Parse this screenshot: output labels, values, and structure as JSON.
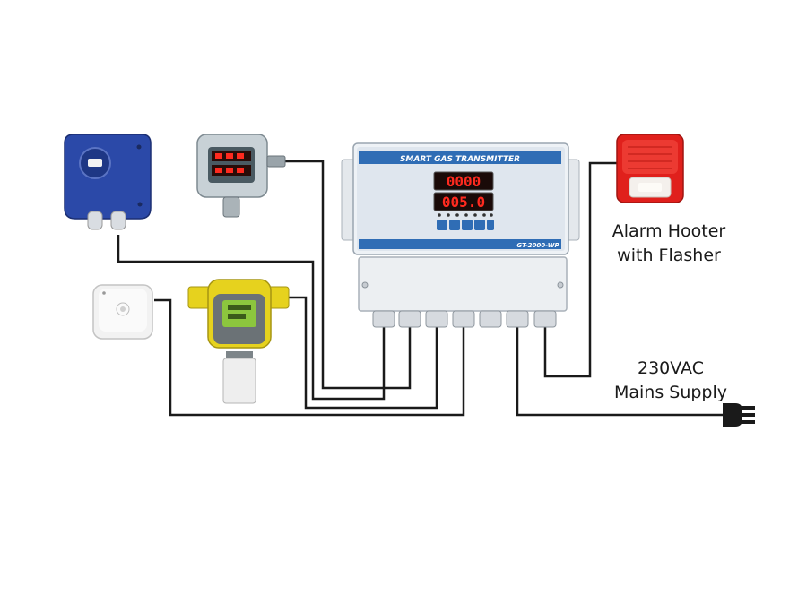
{
  "controller": {
    "title": "SMART GAS TRANSMITTER",
    "model": "GT-2000-WP",
    "display_top": "0000",
    "display_bottom": "005.0"
  },
  "labels": {
    "alarm_line1": "Alarm Hooter",
    "alarm_line2": "with Flasher",
    "supply_line1": "230VAC",
    "supply_line2": "Mains Supply"
  },
  "colors": {
    "wire": "#1a1a1a",
    "controller_accent": "#2f6db5",
    "display_digits": "#ff2a1f",
    "hooter_red": "#e0201c",
    "yellow_detector": "#e6d21e",
    "blue_detector": "#2b49a8"
  }
}
